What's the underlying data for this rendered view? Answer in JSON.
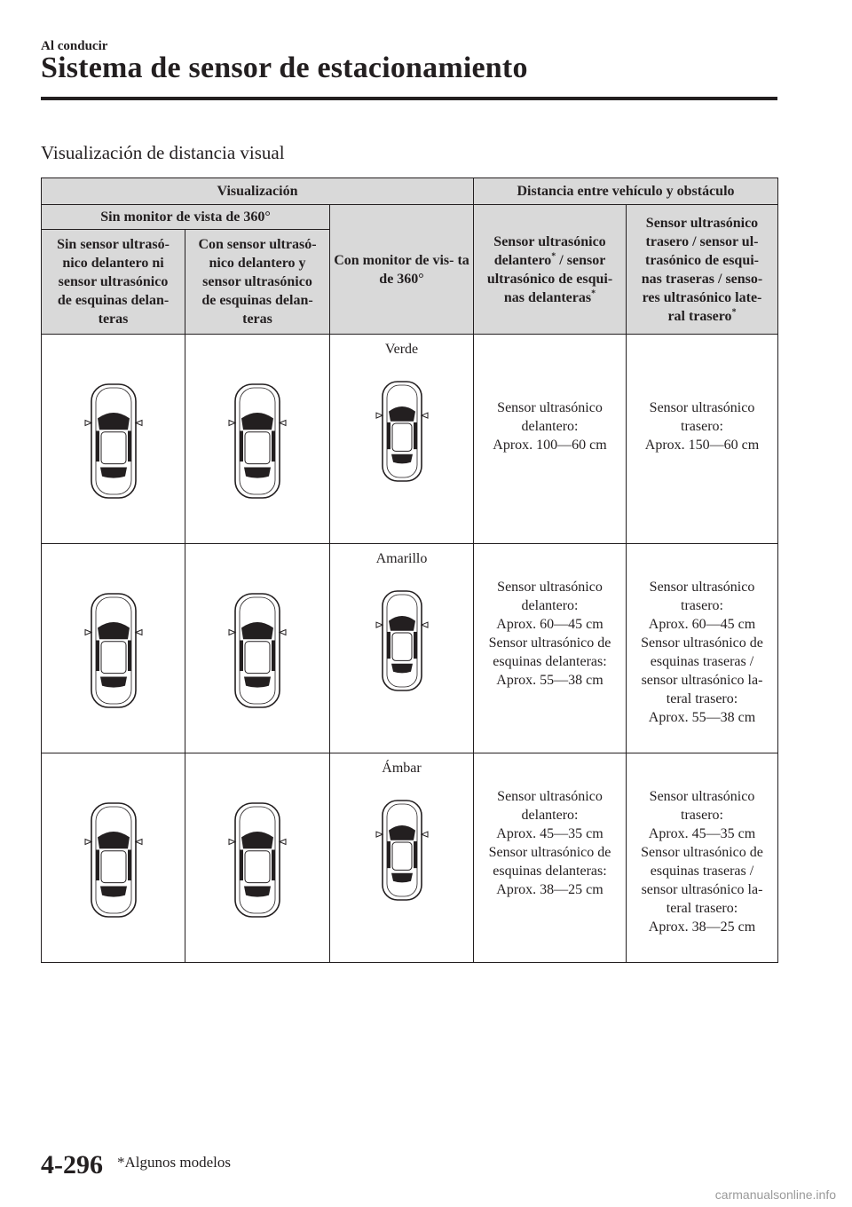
{
  "header": {
    "section": "Al conducir",
    "title": "Sistema de sensor de estacionamiento"
  },
  "subtitle": "Visualización de distancia visual",
  "table": {
    "col_display": "Visualización",
    "col_distance": "Distancia entre vehículo y obstáculo",
    "without_360": "Sin monitor de vista de 360°",
    "with_360": "Con monitor de vis- ta de 360°",
    "no_front_sensor": [
      "Sin sensor ultrasó-",
      "nico delantero ni",
      "sensor ultrasónico",
      "de esquinas delan-",
      "teras"
    ],
    "with_front_sensor": [
      "Con sensor ultrasó-",
      "nico delantero y",
      "sensor ultrasónico",
      "de esquinas delan-",
      "teras"
    ],
    "front_col": [
      "Sensor ultrasónico",
      "delantero",
      " / sensor",
      "ultrasónico de esqui-",
      "nas delanteras"
    ],
    "rear_col": [
      "Sensor ultrasónico",
      "trasero / sensor ul-",
      "trasónico de esqui-",
      "nas traseras / senso-",
      "res ultrasónico late-",
      "ral trasero"
    ],
    "asterisk": "*",
    "rows": [
      {
        "color_label": "Verde",
        "highlight": "#c9c9c9",
        "front": [
          "Sensor ultrasónico",
          "delantero:",
          "Aprox. 100―60 cm"
        ],
        "rear": [
          "Sensor ultrasónico",
          "trasero:",
          "Aprox. 150―60 cm"
        ]
      },
      {
        "color_label": "Amarillo",
        "highlight": "#bdbdbd",
        "front": [
          "Sensor ultrasónico",
          "delantero:",
          "Aprox. 60―45 cm",
          "Sensor ultrasónico de",
          "esquinas delanteras:",
          "Aprox. 55―38 cm"
        ],
        "rear": [
          "Sensor ultrasónico",
          "trasero:",
          "Aprox. 60―45 cm",
          "Sensor ultrasónico de",
          "esquinas traseras /",
          "sensor ultrasónico la-",
          "teral trasero:",
          "Aprox. 55―38 cm"
        ]
      },
      {
        "color_label": "Ámbar",
        "highlight": "#a8a8a8",
        "front": [
          "Sensor ultrasónico",
          "delantero:",
          "Aprox. 45―35 cm",
          "Sensor ultrasónico de",
          "esquinas delanteras:",
          "Aprox. 38―25 cm"
        ],
        "rear": [
          "Sensor ultrasónico",
          "trasero:",
          "Aprox. 45―35 cm",
          "Sensor ultrasónico de",
          "esquinas traseras /",
          "sensor ultrasónico la-",
          "teral trasero:",
          "Aprox. 38―25 cm"
        ]
      }
    ]
  },
  "footer": {
    "page_number": "4-296",
    "footnote": "*Algunos modelos",
    "watermark": "carmanualsonline.info"
  }
}
